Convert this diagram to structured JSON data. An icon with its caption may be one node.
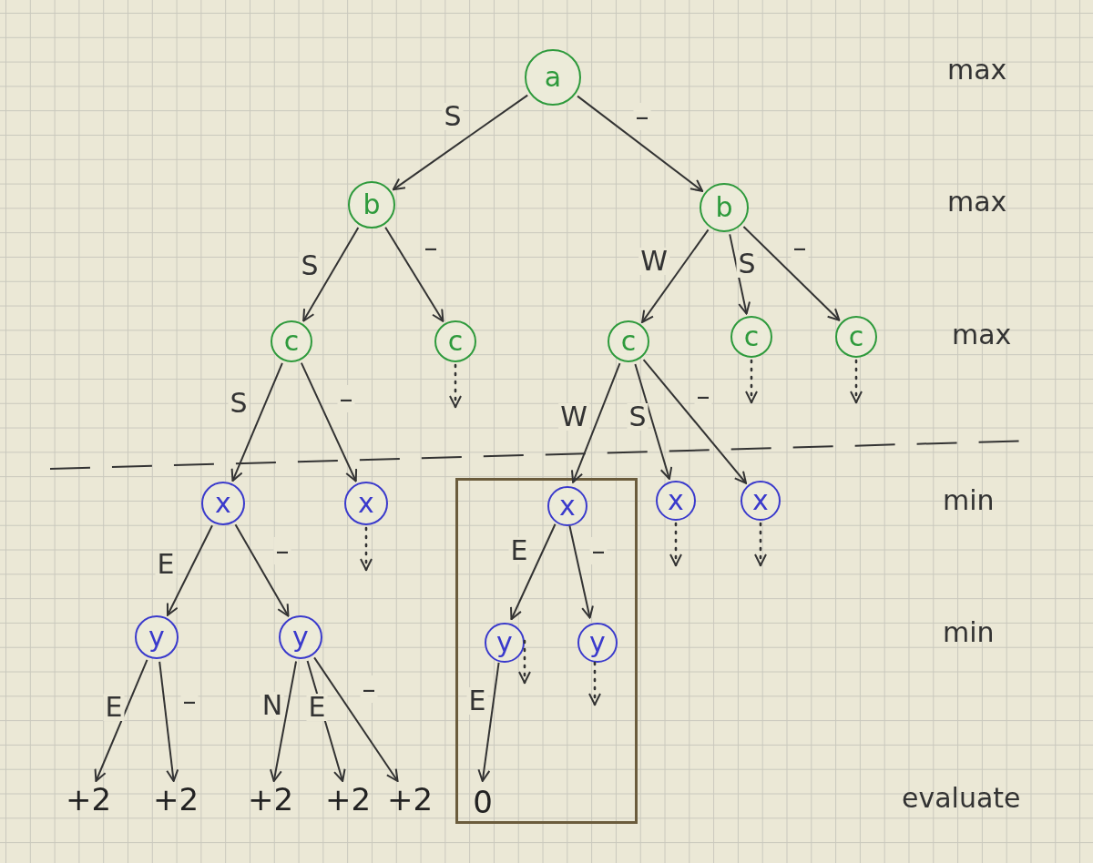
{
  "diagram": {
    "nodes": [
      {
        "text": [
          "a"
        ]
      },
      {
        "text": [
          "b"
        ]
      },
      {
        "text": [
          "b"
        ]
      },
      {
        "text": [
          "c"
        ]
      },
      {
        "text": [
          "c"
        ]
      },
      {
        "text": [
          "c"
        ]
      },
      {
        "text": [
          "c"
        ]
      },
      {
        "text": [
          "c"
        ]
      },
      {
        "text": [
          "x"
        ]
      },
      {
        "text": [
          "x"
        ]
      },
      {
        "text": [],
        "shape": "box"
      },
      {
        "text": [
          "x"
        ],
        "in": 10
      },
      {
        "text": [
          "x"
        ]
      },
      {
        "text": [
          "x"
        ]
      },
      {
        "text": [
          "y"
        ]
      },
      {
        "text": [
          "y"
        ]
      },
      {
        "text": [
          "y"
        ],
        "in": 10
      },
      {
        "text": [
          "y"
        ],
        "in": 10
      },
      {
        "text": [
          "+2"
        ]
      },
      {
        "text": [
          "+2"
        ]
      },
      {
        "text": [
          "+2"
        ]
      },
      {
        "text": [
          "+2"
        ]
      },
      {
        "text": [
          "+2"
        ]
      },
      {
        "text": [
          "0"
        ],
        "in": 10
      }
    ],
    "edges": [
      {
        "from": 0,
        "to": 1,
        "arrow": "to",
        "label": "S"
      },
      {
        "from": 0,
        "to": 2,
        "arrow": "to",
        "label": "–"
      },
      {
        "from": 1,
        "to": 3,
        "arrow": "to",
        "label": "S"
      },
      {
        "from": 1,
        "to": 4,
        "arrow": "to",
        "label": "–"
      },
      {
        "from": 2,
        "to": 5,
        "arrow": "to",
        "label": "W"
      },
      {
        "from": 2,
        "to": 6,
        "arrow": "to",
        "label": "S"
      },
      {
        "from": 2,
        "to": 7,
        "arrow": "to",
        "label": "–"
      },
      {
        "from": 3,
        "to": 8,
        "arrow": "to",
        "label": "S"
      },
      {
        "from": 3,
        "to": 9,
        "arrow": "to",
        "label": "–"
      },
      {
        "from": 5,
        "to": 11,
        "arrow": "to",
        "label": "W"
      },
      {
        "from": 5,
        "to": 12,
        "arrow": "to",
        "label": "S"
      },
      {
        "from": 5,
        "to": 13,
        "arrow": "to",
        "label": "–"
      },
      {
        "from": 8,
        "to": 14,
        "arrow": "to",
        "label": "E"
      },
      {
        "from": 8,
        "to": 15,
        "arrow": "to",
        "label": "–"
      },
      {
        "from": 11,
        "to": 16,
        "arrow": "to",
        "label": "E"
      },
      {
        "from": 11,
        "to": 17,
        "arrow": "to",
        "label": "–"
      },
      {
        "from": 14,
        "to": 18,
        "arrow": "to",
        "label": "E"
      },
      {
        "from": 14,
        "to": 19,
        "arrow": "to",
        "label": "–"
      },
      {
        "from": 15,
        "to": 20,
        "arrow": "to",
        "label": "N"
      },
      {
        "from": 15,
        "to": 21,
        "arrow": "to",
        "label": "E"
      },
      {
        "from": 15,
        "to": 22,
        "arrow": "to",
        "label": "–"
      },
      {
        "from": 16,
        "to": 23,
        "arrow": "to",
        "label": "E"
      },
      {
        "from": 4,
        "to": null,
        "arrow": "to",
        "style": "dashed"
      },
      {
        "from": 6,
        "to": null,
        "arrow": "to",
        "style": "dashed"
      },
      {
        "from": 7,
        "to": null,
        "arrow": "to",
        "style": "dashed"
      },
      {
        "from": 9,
        "to": null,
        "arrow": "to",
        "style": "dashed"
      },
      {
        "from": 12,
        "to": null,
        "arrow": "to",
        "style": "dashed"
      },
      {
        "from": 13,
        "to": null,
        "arrow": "to",
        "style": "dashed"
      },
      {
        "from": 16,
        "to": null,
        "arrow": "to",
        "style": "dashed"
      },
      {
        "from": 17,
        "to": null,
        "arrow": "to",
        "style": "dashed"
      }
    ],
    "labels": [
      "max",
      "max",
      "max",
      "min",
      "min",
      "evaluate"
    ]
  }
}
